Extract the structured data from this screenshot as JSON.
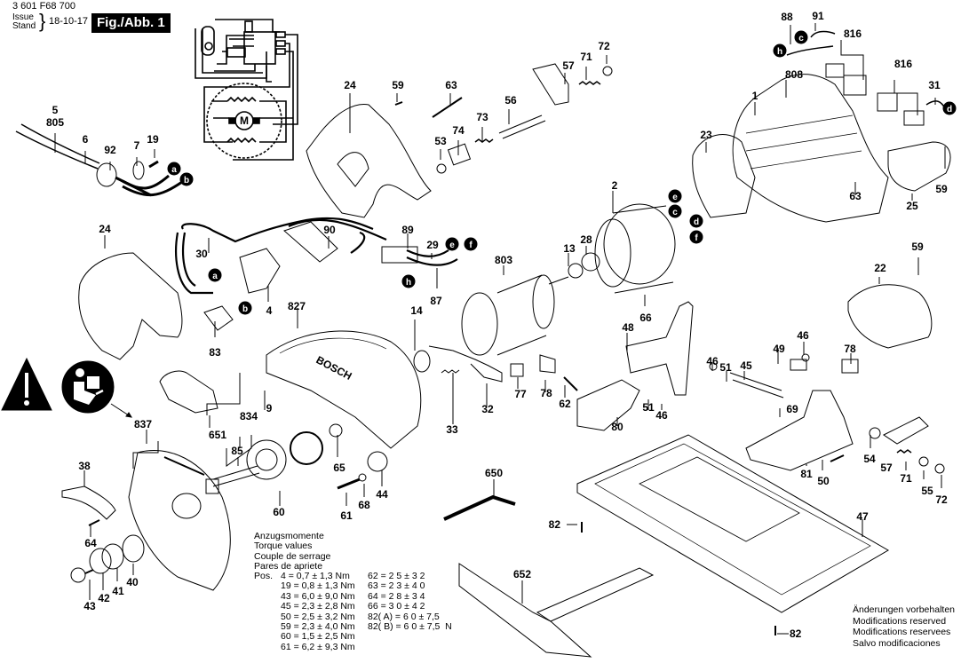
{
  "header": {
    "part_number": "3 601 F68 700",
    "issue_label": "Issue",
    "stand_label": "Stand",
    "date": "18-10-17",
    "figure_label": "Fig./Abb. 1"
  },
  "diagram": {
    "title": "Circular saw exploded parts diagram",
    "brand_on_guard": "BOSCH",
    "wire_connectors": [
      "a",
      "b",
      "c",
      "d",
      "e",
      "f",
      "h"
    ],
    "motor_symbol": "M",
    "part_labels": [
      {
        "id": "5",
        "text": "5"
      },
      {
        "id": "805",
        "text": "805"
      },
      {
        "id": "6",
        "text": "6"
      },
      {
        "id": "92",
        "text": "92"
      },
      {
        "id": "7",
        "text": "7"
      },
      {
        "id": "19",
        "text": "19"
      },
      {
        "id": "24a",
        "text": "24"
      },
      {
        "id": "59a",
        "text": "59"
      },
      {
        "id": "63a",
        "text": "63"
      },
      {
        "id": "56",
        "text": "56"
      },
      {
        "id": "57a",
        "text": "57"
      },
      {
        "id": "71a",
        "text": "71"
      },
      {
        "id": "72a",
        "text": "72"
      },
      {
        "id": "73",
        "text": "73"
      },
      {
        "id": "74",
        "text": "74"
      },
      {
        "id": "53",
        "text": "53"
      },
      {
        "id": "88",
        "text": "88"
      },
      {
        "id": "91",
        "text": "91"
      },
      {
        "id": "816a",
        "text": "816"
      },
      {
        "id": "816b",
        "text": "816"
      },
      {
        "id": "808",
        "text": "808"
      },
      {
        "id": "31",
        "text": "31"
      },
      {
        "id": "1",
        "text": "1"
      },
      {
        "id": "23",
        "text": "23"
      },
      {
        "id": "59b",
        "text": "59"
      },
      {
        "id": "63b",
        "text": "63"
      },
      {
        "id": "25",
        "text": "25"
      },
      {
        "id": "2",
        "text": "2"
      },
      {
        "id": "24b",
        "text": "24"
      },
      {
        "id": "30",
        "text": "30"
      },
      {
        "id": "90",
        "text": "90"
      },
      {
        "id": "89",
        "text": "89"
      },
      {
        "id": "29",
        "text": "29"
      },
      {
        "id": "87",
        "text": "87"
      },
      {
        "id": "4",
        "text": "4"
      },
      {
        "id": "83",
        "text": "83"
      },
      {
        "id": "827",
        "text": "827"
      },
      {
        "id": "803",
        "text": "803"
      },
      {
        "id": "13",
        "text": "13"
      },
      {
        "id": "28",
        "text": "28"
      },
      {
        "id": "66",
        "text": "66"
      },
      {
        "id": "59c",
        "text": "59"
      },
      {
        "id": "22",
        "text": "22"
      },
      {
        "id": "14",
        "text": "14"
      },
      {
        "id": "48",
        "text": "48"
      },
      {
        "id": "49",
        "text": "49"
      },
      {
        "id": "46a",
        "text": "46"
      },
      {
        "id": "46b",
        "text": "46"
      },
      {
        "id": "51a",
        "text": "51"
      },
      {
        "id": "45",
        "text": "45"
      },
      {
        "id": "78a",
        "text": "78"
      },
      {
        "id": "77",
        "text": "77"
      },
      {
        "id": "78b",
        "text": "78"
      },
      {
        "id": "62",
        "text": "62"
      },
      {
        "id": "51b",
        "text": "51"
      },
      {
        "id": "46c",
        "text": "46"
      },
      {
        "id": "80",
        "text": "80"
      },
      {
        "id": "69",
        "text": "69"
      },
      {
        "id": "32",
        "text": "32"
      },
      {
        "id": "33",
        "text": "33"
      },
      {
        "id": "9",
        "text": "9"
      },
      {
        "id": "651",
        "text": "651"
      },
      {
        "id": "834",
        "text": "834"
      },
      {
        "id": "837",
        "text": "837"
      },
      {
        "id": "85",
        "text": "85"
      },
      {
        "id": "65",
        "text": "65"
      },
      {
        "id": "44",
        "text": "44"
      },
      {
        "id": "68",
        "text": "68"
      },
      {
        "id": "61",
        "text": "61"
      },
      {
        "id": "60",
        "text": "60"
      },
      {
        "id": "38",
        "text": "38"
      },
      {
        "id": "64",
        "text": "64"
      },
      {
        "id": "40",
        "text": "40"
      },
      {
        "id": "41",
        "text": "41"
      },
      {
        "id": "42",
        "text": "42"
      },
      {
        "id": "43",
        "text": "43"
      },
      {
        "id": "650",
        "text": "650"
      },
      {
        "id": "82a",
        "text": "82"
      },
      {
        "id": "652",
        "text": "652"
      },
      {
        "id": "82b",
        "text": "82"
      },
      {
        "id": "47",
        "text": "47"
      },
      {
        "id": "54",
        "text": "54"
      },
      {
        "id": "57b",
        "text": "57"
      },
      {
        "id": "71b",
        "text": "71"
      },
      {
        "id": "55",
        "text": "55"
      },
      {
        "id": "72b",
        "text": "72"
      },
      {
        "id": "81",
        "text": "81"
      },
      {
        "id": "50",
        "text": "50"
      }
    ]
  },
  "torque": {
    "heading_de": "Anzugsmomente",
    "heading_en": "Torque values",
    "heading_fr": "Couple de serrage",
    "heading_es": "Pares de apriete",
    "pos_label": "Pos.",
    "left_column": [
      "4 = 0,7 ± 1,3 Nm",
      "19 = 0,8 ± 1,3 Nm",
      "43 = 6,0 ± 9,0 Nm",
      "45 = 2,3 ± 2,8 Nm",
      "50 = 2,5 ± 3,2 Nm",
      "59 = 2,3 ± 4,0 Nm",
      "60 = 1,5 ± 2,5 Nm",
      "61 = 6,2 ± 9,3 Nm"
    ],
    "right_column": [
      "62 = 2 5 ± 3 2",
      "63 = 2 3 ± 4 0",
      "64 = 2 8 ± 3 4",
      "66 = 3 0 ± 4 2",
      "82( A) = 6 0 ± 7,5",
      "82( B) = 6 0 ± 7,5  N"
    ]
  },
  "notes": {
    "de": "Änderungen vorbehalten",
    "en": "Modifications reserved",
    "fr": "Modifications reservees",
    "es": "Salvo modificaciones"
  }
}
